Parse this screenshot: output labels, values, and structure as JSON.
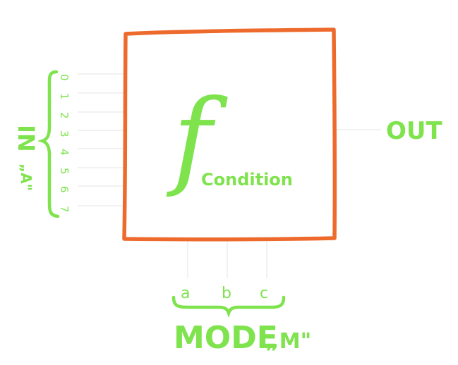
{
  "colors": {
    "box": "#ee6a2c",
    "ink": "#7ee34d",
    "wire": "#f2f2f2"
  },
  "function": {
    "symbol": "f",
    "subscript": "Condition"
  },
  "input": {
    "label": "IN",
    "name": "„A\"",
    "pins": [
      "0",
      "1",
      "2",
      "3",
      "4",
      "5",
      "6",
      "7"
    ]
  },
  "output": {
    "label": "OUT"
  },
  "mode": {
    "label": "MODE",
    "name": "„M\"",
    "pins": [
      "a",
      "b",
      "c"
    ]
  }
}
